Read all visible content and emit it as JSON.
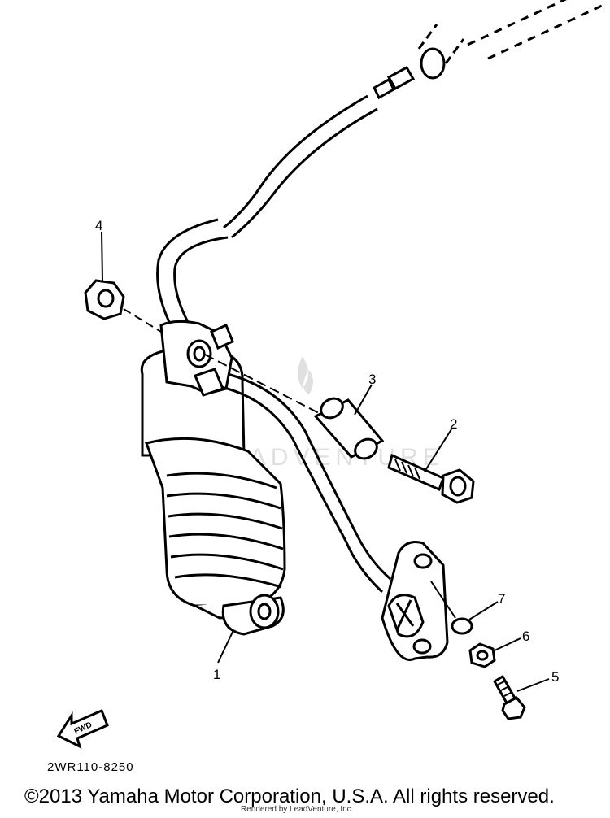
{
  "diagram": {
    "parts": [
      {
        "callout": "1"
      },
      {
        "callout": "2"
      },
      {
        "callout": "3"
      },
      {
        "callout": "4"
      },
      {
        "callout": "5"
      },
      {
        "callout": "6"
      },
      {
        "callout": "7"
      }
    ],
    "direction_marker": "FWD",
    "diagram_code": "2WR110-8250",
    "watermark": "LEADVENTURE"
  },
  "footer": {
    "copyright": "©2013 Yamaha Motor Corporation, U.S.A. All rights reserved.",
    "rendered_by": "Rendered by LeadVenture, Inc."
  }
}
